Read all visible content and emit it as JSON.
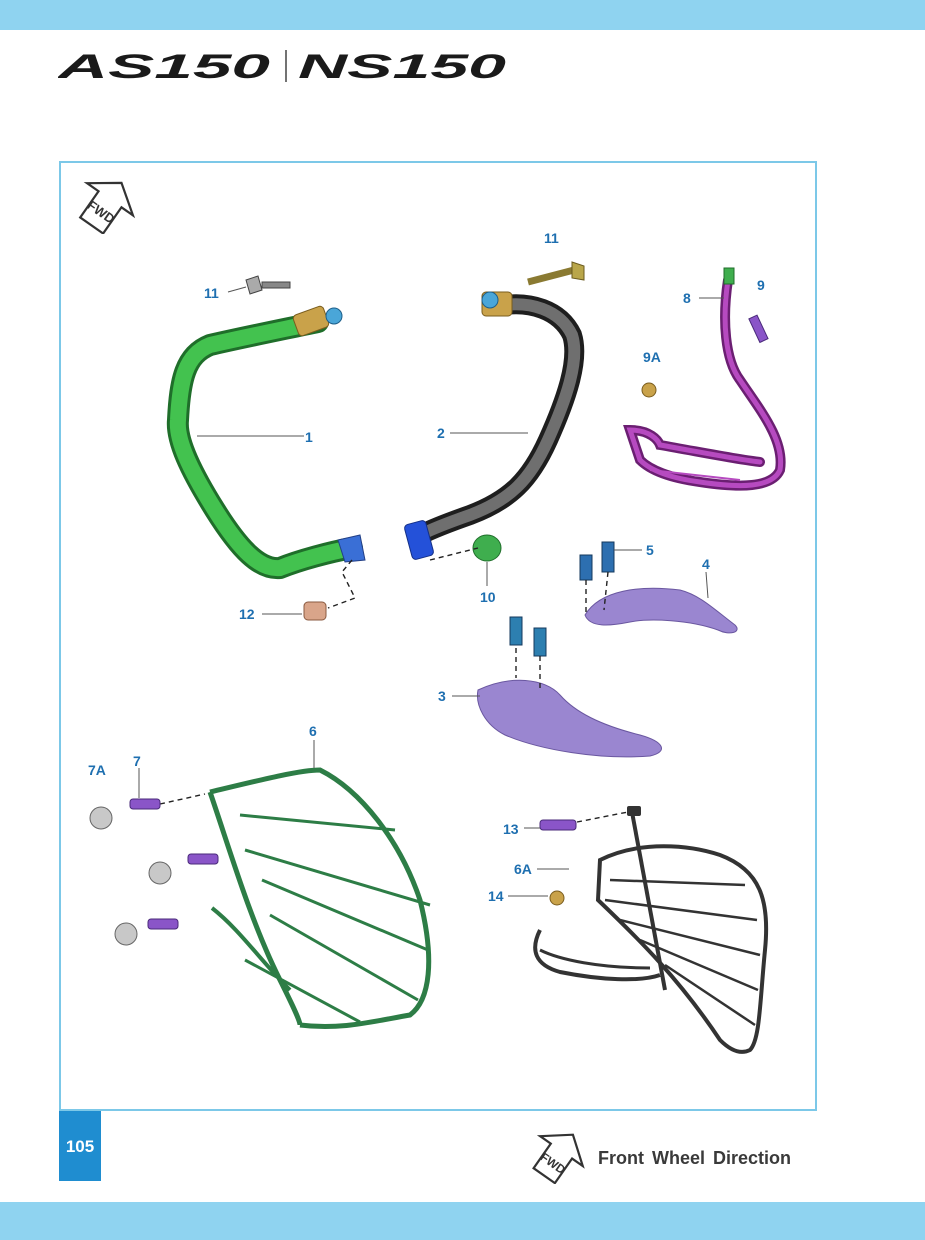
{
  "header": {
    "logo_left": "AS150",
    "logo_right": "NS150"
  },
  "footer": {
    "page_number": "105",
    "legend_icon_text": "FWD",
    "legend_label": "Front Wheel Direction"
  },
  "diagram": {
    "fwd_icon_text": "FWD",
    "callouts": [
      "11",
      "11",
      "8",
      "9",
      "9A",
      "1",
      "2",
      "5",
      "4",
      "12",
      "10",
      "3",
      "6",
      "7A",
      "7",
      "13",
      "6A",
      "14"
    ]
  },
  "colors": {
    "top_band": "#8fd3f0",
    "frame_border": "#7cc8e8",
    "page_badge": "#1f8dd0",
    "callout_text": "#1e6fb0",
    "part_green": "#36b24a",
    "part_dark": "#3c3c3c",
    "part_purple": "#a23aa8",
    "part_lavender": "#9a86d0",
    "part_guard_green": "#3f8a55"
  }
}
